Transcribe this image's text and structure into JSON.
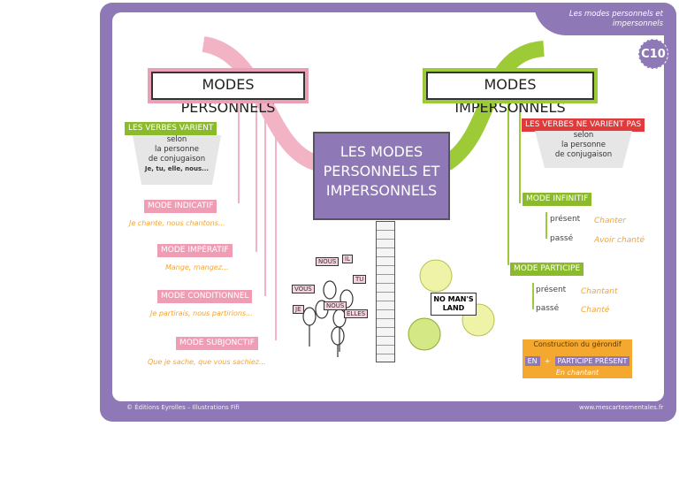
{
  "corner_title": "Les modes personnels et impersonnels",
  "badge": "C10",
  "footer": {
    "left": "© Éditions Eyrolles – Illustrations Fifi",
    "right": "www.mescartesmentales.fr"
  },
  "center_sign": "LES MODES PERSONNELS ET IMPERSONNELS",
  "left": {
    "title": "MODES PERSONNELS",
    "rule_label": "LES VERBES VARIENT",
    "rule_text": [
      "selon",
      "la personne",
      "de conjugaison"
    ],
    "rule_example": "Je, tu, elle, nous...",
    "modes": [
      {
        "label": "MODE INDICATIF",
        "example": "Je chante, nous chantons..."
      },
      {
        "label": "MODE IMPÉRATIF",
        "example": "Mange, mangez..."
      },
      {
        "label": "MODE CONDITIONNEL",
        "example": "Je partirais, nous partirions..."
      },
      {
        "label": "MODE SUBJONCTIF",
        "example": "Que je sache, que vous sachiez..."
      }
    ]
  },
  "right": {
    "title": "MODES IMPERSONNELS",
    "rule_label": "LES VERBES NE VARIENT PAS",
    "rule_text": [
      "selon",
      "la personne",
      "de conjugaison"
    ],
    "infinitif": {
      "label": "MODE INFINITIF",
      "present": "présent",
      "present_ex": "Chanter",
      "passe": "passé",
      "passe_ex": "Avoir chanté"
    },
    "participe": {
      "label": "MODE PARTICIPE",
      "present": "présent",
      "present_ex": "Chantant",
      "passe": "passé",
      "passe_ex": "Chanté"
    },
    "gerondif": {
      "title": "Construction du gérondif",
      "en": "EN",
      "participe": "PARTICIPE PRÉSENT",
      "example": "En chantant"
    }
  },
  "illustration": {
    "placards": [
      "NOUS",
      "IL",
      "VOUS",
      "TU",
      "JE",
      "NOUS",
      "ELLES"
    ],
    "sign": "NO MAN'S LAND"
  },
  "colors": {
    "purple": "#8f78b6",
    "pink": "#ef9db4",
    "green": "#8bbb2a",
    "red": "#e03a3a",
    "orange": "#f3a531"
  }
}
